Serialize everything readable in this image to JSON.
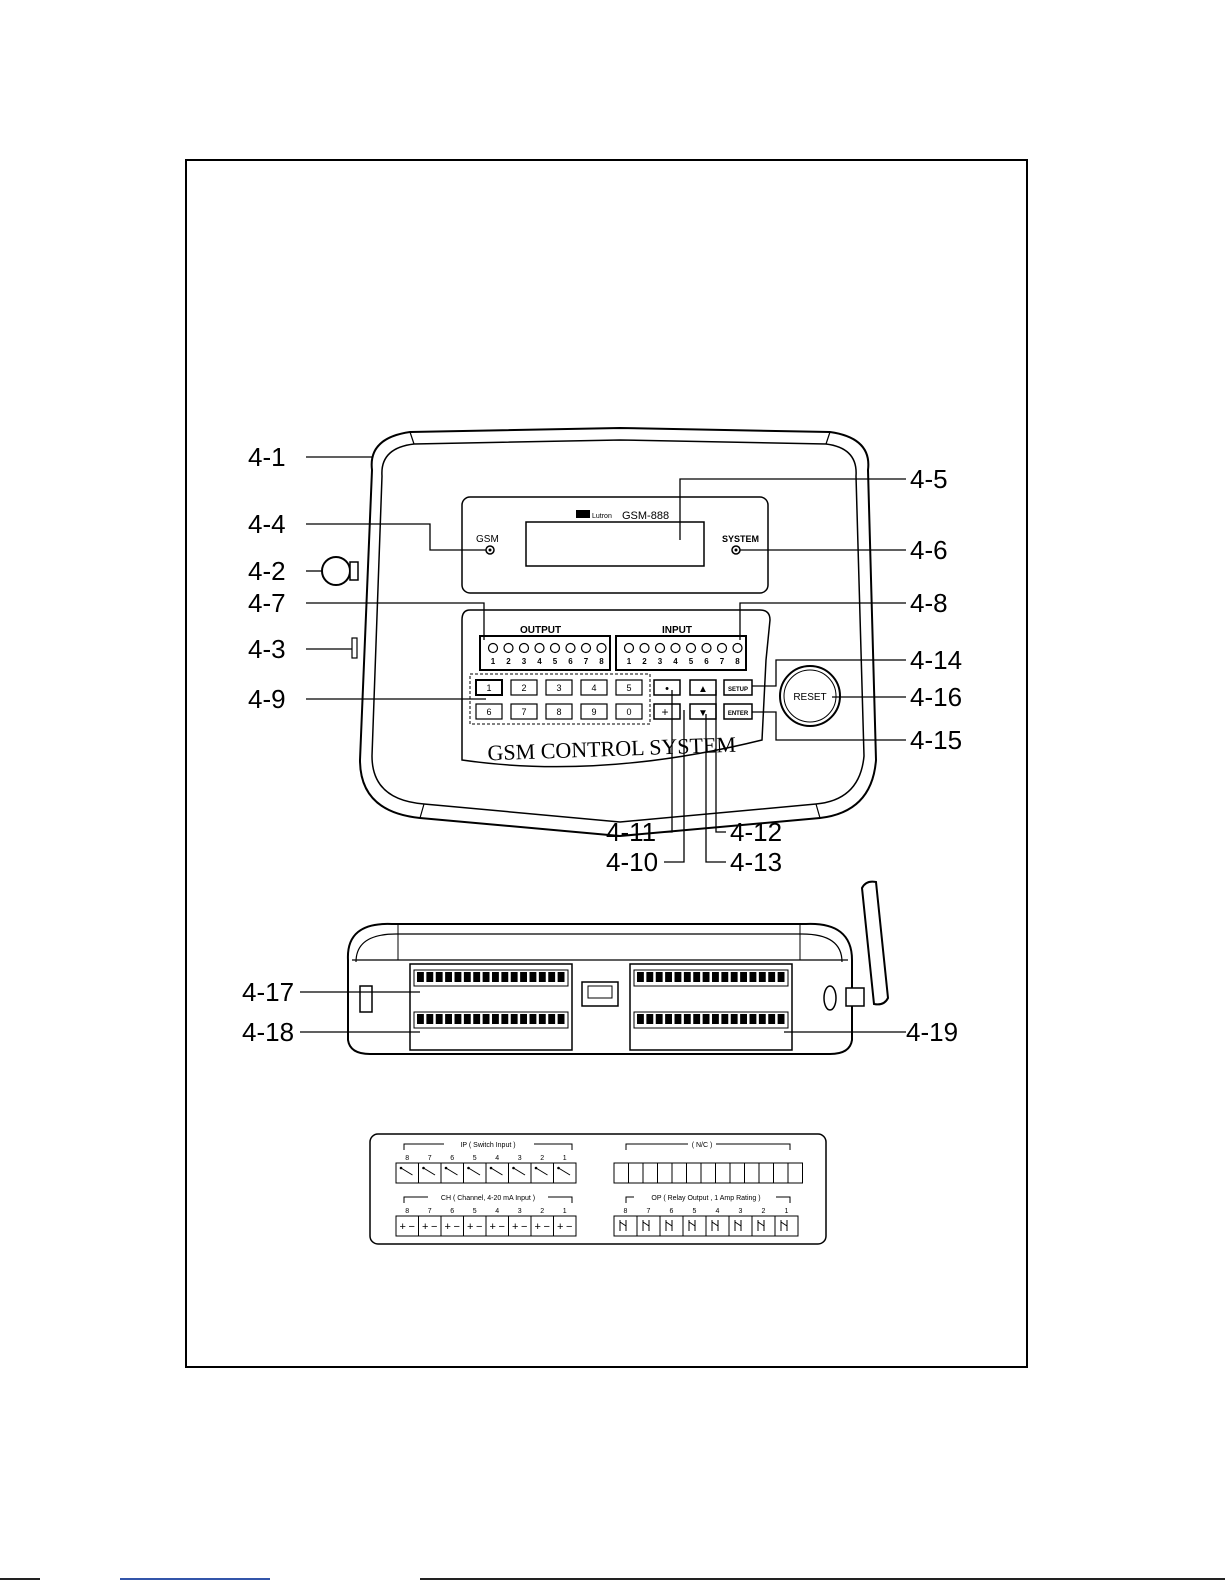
{
  "device": {
    "brand": "Lutron",
    "model": "GSM-888",
    "panel_title": "GSM CONTROL SYSTEM",
    "led_labels": {
      "gsm": "GSM",
      "system": "SYSTEM"
    },
    "group_labels": {
      "output": "OUTPUT",
      "input": "INPUT"
    },
    "led_numbers": [
      "1",
      "2",
      "3",
      "4",
      "5",
      "6",
      "7",
      "8"
    ],
    "keypad_top": [
      "1",
      "2",
      "3",
      "4",
      "5"
    ],
    "keypad_bottom": [
      "6",
      "7",
      "8",
      "9",
      "0"
    ],
    "nav_keys": {
      "dot": "•",
      "up": "▲",
      "plus": "+",
      "down": "▼"
    },
    "func_keys": {
      "setup": "SETUP",
      "enter": "ENTER",
      "reset": "RESET"
    }
  },
  "callouts": {
    "c4_1": "4-1",
    "c4_2": "4-2",
    "c4_3": "4-3",
    "c4_4": "4-4",
    "c4_5": "4-5",
    "c4_6": "4-6",
    "c4_7": "4-7",
    "c4_8": "4-8",
    "c4_9": "4-9",
    "c4_10": "4-10",
    "c4_11": "4-11",
    "c4_12": "4-12",
    "c4_13": "4-13",
    "c4_14": "4-14",
    "c4_15": "4-15",
    "c4_16": "4-16",
    "c4_17": "4-17",
    "c4_18": "4-18",
    "c4_19": "4-19"
  },
  "terminals": {
    "ip_label": "IP ( Switch Input )",
    "nc_label": "( N/C )",
    "ch_label": "CH ( Channel, 4-20 mA Input )",
    "op_label": "OP ( Relay Output , 1 Amp Rating )",
    "channel_numbers": [
      "8",
      "7",
      "6",
      "5",
      "4",
      "3",
      "2",
      "1"
    ],
    "pin_plus": "+",
    "pin_minus": "−"
  }
}
